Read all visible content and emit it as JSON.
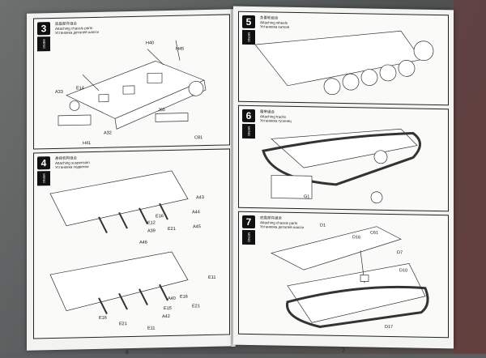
{
  "left_page": {
    "page_number": "6",
    "step3": {
      "number": "3",
      "brand": "MENG",
      "caption": [
        "底盘部件组合",
        "Attaching chassis parts",
        "Установка деталей шасси"
      ],
      "labels": [
        "H40",
        "H45",
        "A33",
        "E14",
        "J65",
        "C81",
        "H41",
        "A32"
      ]
    },
    "step4": {
      "number": "4",
      "brand": "MENG",
      "caption": [
        "悬挂机构组合",
        "Attaching suspension",
        "Установка подвески"
      ],
      "labels": [
        "A43",
        "A44",
        "E12",
        "E16",
        "A39",
        "E21",
        "A46",
        "A45",
        "E11",
        "A40",
        "E16",
        "E15",
        "E21",
        "E16",
        "E21",
        "A42",
        "E11"
      ]
    }
  },
  "right_page": {
    "page_number": "7",
    "step5": {
      "number": "5",
      "brand": "MENG",
      "caption": [
        "负重轮组合",
        "Attaching wheels",
        "Установка катков"
      ]
    },
    "step6": {
      "number": "6",
      "brand": "MENG",
      "caption": [
        "履带组合",
        "Attaching tracks",
        "Установка гусениц"
      ],
      "labels": [
        "G1"
      ]
    },
    "step7": {
      "number": "7",
      "brand": "MENG",
      "caption": [
        "底盘部件组合",
        "Attaching chassis parts",
        "Установка деталей шасси"
      ],
      "labels": [
        "D1",
        "D16",
        "C61",
        "D7",
        "D10",
        "D17"
      ]
    }
  }
}
